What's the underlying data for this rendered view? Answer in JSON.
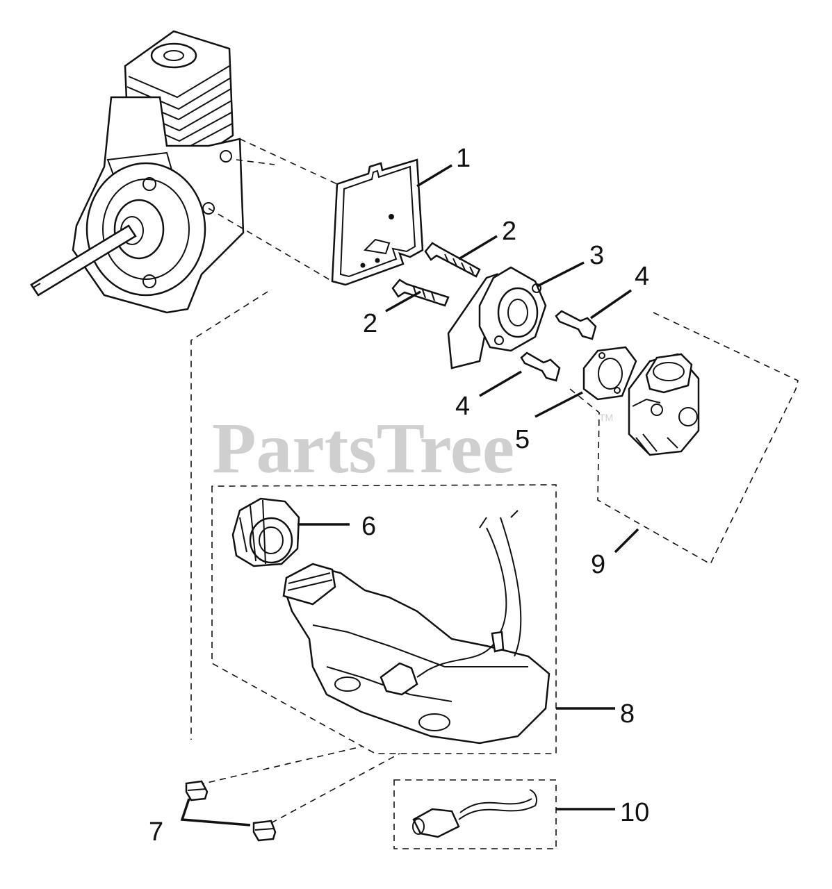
{
  "watermark": {
    "text": "PartsTree",
    "trademark": "TM",
    "color": "#cfcfcf"
  },
  "callouts": [
    {
      "id": "1",
      "label": "1"
    },
    {
      "id": "2a",
      "label": "2"
    },
    {
      "id": "2b",
      "label": "2"
    },
    {
      "id": "3",
      "label": "3"
    },
    {
      "id": "4a",
      "label": "4"
    },
    {
      "id": "4b",
      "label": "4"
    },
    {
      "id": "5",
      "label": "5"
    },
    {
      "id": "6",
      "label": "6"
    },
    {
      "id": "7",
      "label": "7"
    },
    {
      "id": "8",
      "label": "8"
    },
    {
      "id": "9",
      "label": "9"
    },
    {
      "id": "10",
      "label": "10"
    }
  ],
  "colors": {
    "line": "#111111",
    "background": "#ffffff"
  }
}
